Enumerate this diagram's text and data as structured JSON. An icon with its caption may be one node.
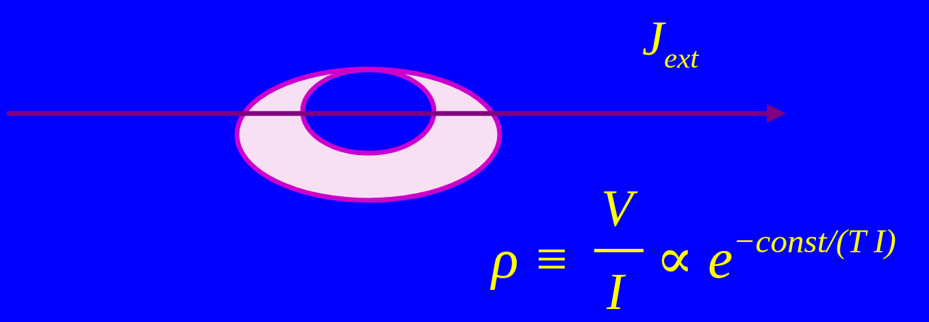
{
  "diagram": {
    "labels": [
      "J$_{ext}$",
      "ρ ≡",
      "V",
      "I",
      "∝ e$^{−const/(T I)}$"
    ]
  }
}
